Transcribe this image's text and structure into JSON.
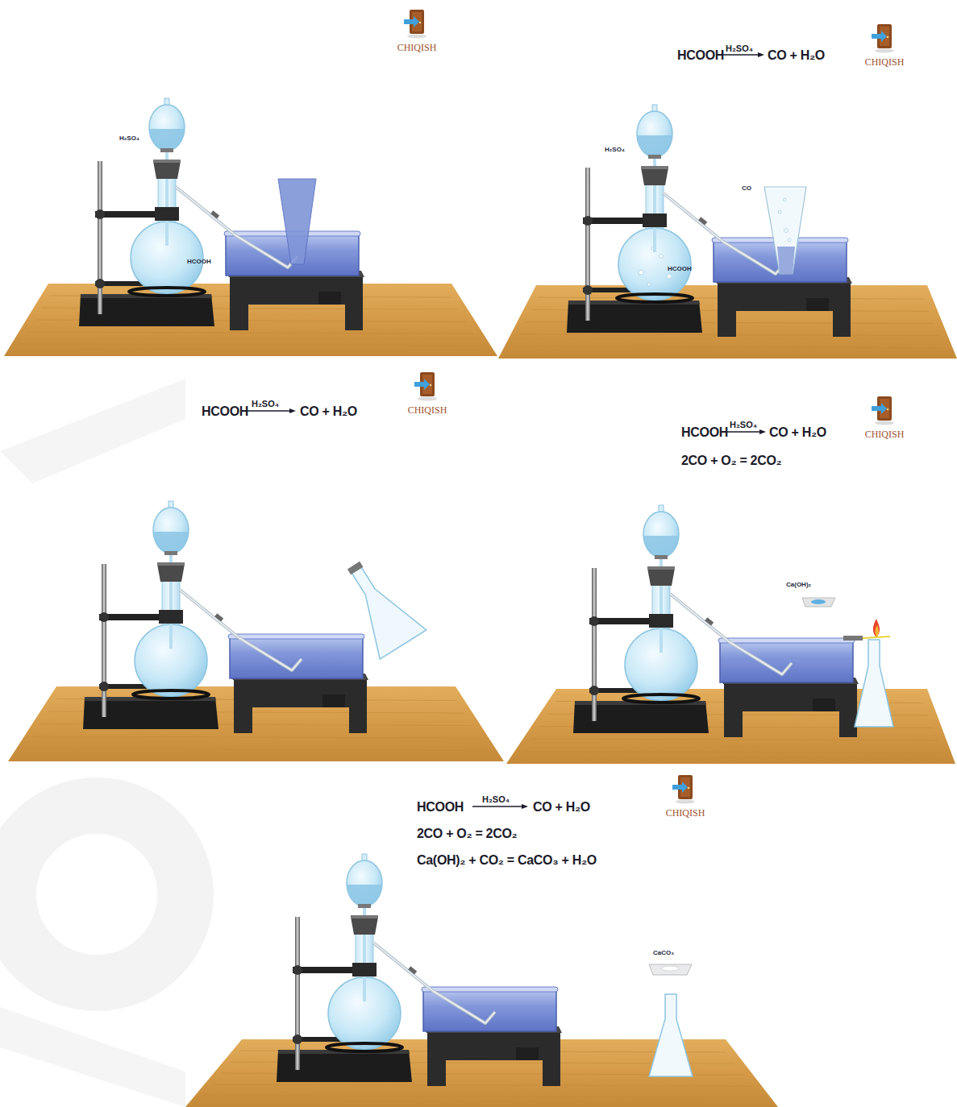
{
  "diagram": {
    "labels": [
      "CHIQISH",
      "H₂SO₄",
      "HCOOH",
      "HCOOH",
      "H₂SO₄",
      "CO + H₂O",
      "CHIQISH",
      "H₂SO₄",
      "CO",
      "HCOOH",
      "HCOOH",
      "H₂SO₄",
      "CO + H₂O",
      "CHIQISH",
      "HCOOH",
      "H₂SO₄",
      "CO + H₂O",
      "CHIQISH",
      "2CO + O₂ = 2CO₂",
      "Ca(OH)₂",
      "HCOOH",
      "H₂SO₄",
      "CO + H₂O",
      "CHIQISH",
      "2CO + O₂ = 2CO₂",
      "Ca(OH)₂ + CO₂ = CaCO₃ + H₂O",
      "CaCO₃"
    ]
  }
}
